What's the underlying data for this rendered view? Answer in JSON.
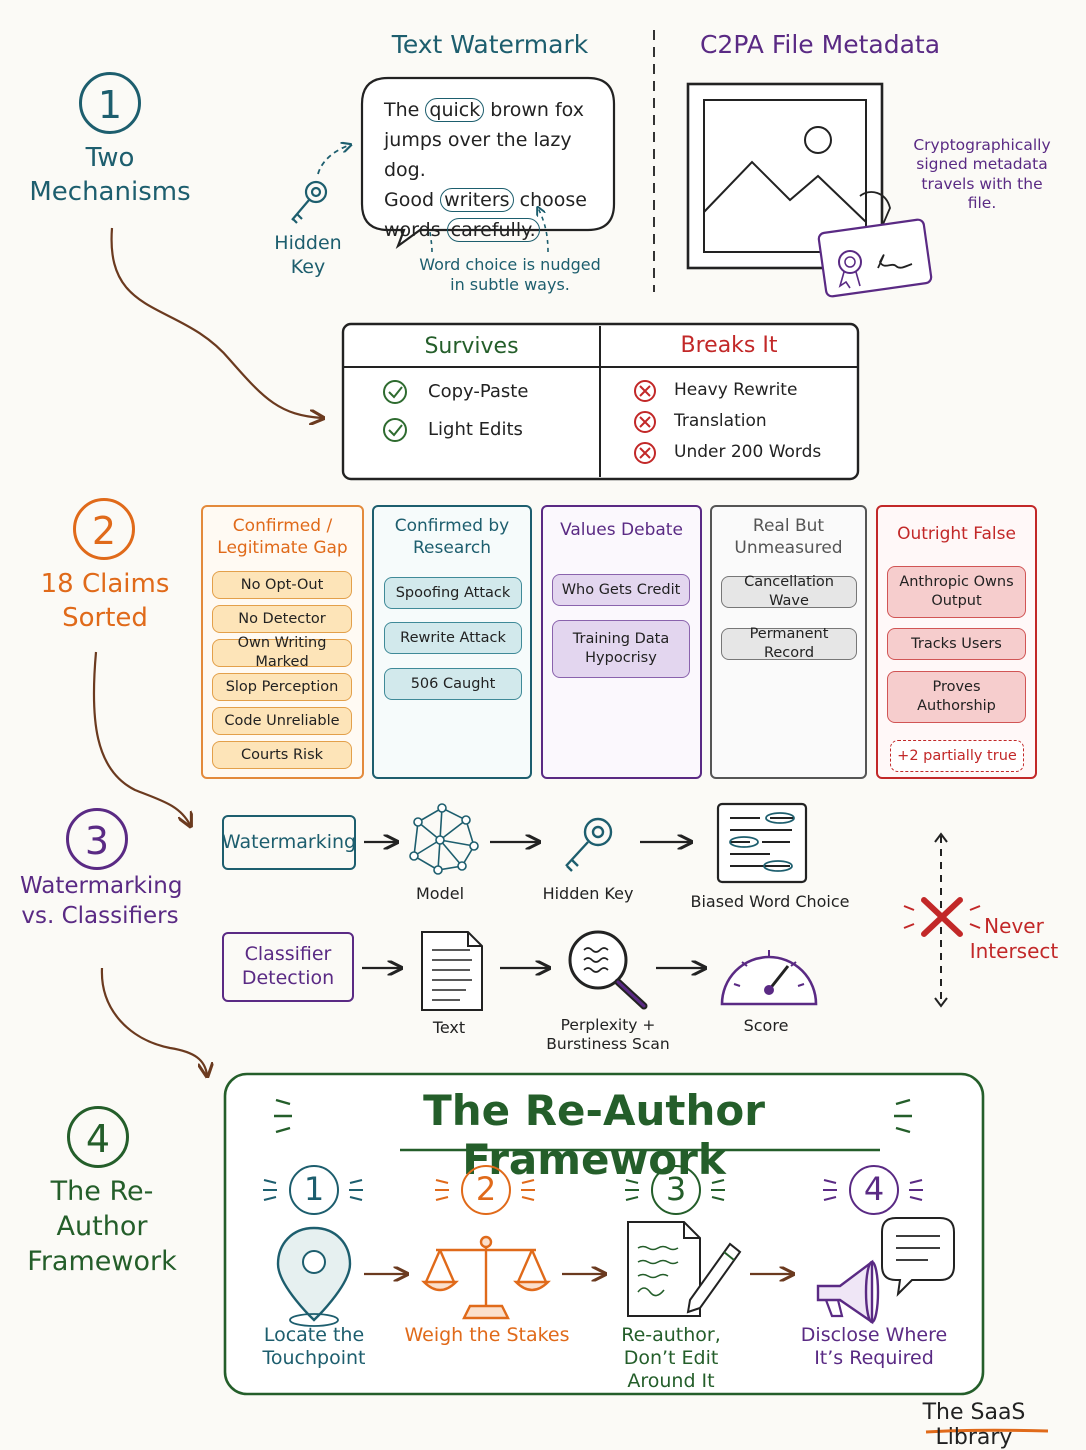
{
  "section1": {
    "number": "1",
    "title": "Two Mechanisms",
    "text_watermark": {
      "heading": "Text Watermark",
      "sample": {
        "line1_a": "The",
        "line1_hl": "quick",
        "line1_b": "brown fox",
        "line2": "jumps over the lazy dog.",
        "line3_a": "Good",
        "line3_hl": "writers",
        "line3_b": "choose",
        "line4_a": "words",
        "line4_hl": "carefully."
      },
      "key_label": "Hidden Key",
      "nudge_note": "Word choice is nudged in subtle ways.",
      "icon": "key-icon"
    },
    "c2pa": {
      "heading": "C2PA File Metadata",
      "note": "Cryptographically signed metadata travels with the file.",
      "icon": "image-with-certificate-tag-icon"
    },
    "table": {
      "survives_title": "Survives",
      "survives": [
        "Copy-Paste",
        "Light Edits"
      ],
      "breaks_title": "Breaks It",
      "breaks": [
        "Heavy Rewrite",
        "Translation",
        "Under 200 Words"
      ]
    }
  },
  "section2": {
    "number": "2",
    "title": "18 Claims Sorted",
    "columns": [
      {
        "title": "Confirmed / Legitimate Gap",
        "items": [
          "No Opt-Out",
          "No Detector",
          "Own Writing Marked",
          "Slop Perception",
          "Code Unreliable",
          "Courts Risk"
        ]
      },
      {
        "title": "Confirmed by Research",
        "items": [
          "Spoofing Attack",
          "Rewrite Attack",
          "506 Caught"
        ]
      },
      {
        "title": "Values Debate",
        "items": [
          "Who Gets Credit",
          "Training Data Hypocrisy"
        ]
      },
      {
        "title": "Real But Unmeasured",
        "items": [
          "Cancellation Wave",
          "Permanent Record"
        ]
      },
      {
        "title": "Outright False",
        "items": [
          "Anthropic Owns Output",
          "Tracks Users",
          "Proves Authorship"
        ],
        "extra": "+2 partially true"
      }
    ]
  },
  "section3": {
    "number": "3",
    "title": "Watermarking vs. Classifiers",
    "watermarking": {
      "start": "Watermarking",
      "steps": [
        "Model",
        "Hidden Key",
        "Biased Word Choice"
      ]
    },
    "classifier": {
      "start": "Classifier Detection",
      "steps": [
        "Text",
        "Perplexity + Burstiness Scan",
        "Score"
      ]
    },
    "never": "Never Intersect"
  },
  "section4": {
    "number": "4",
    "title": "The Re-Author Framework",
    "box_title": "The Re-Author Framework",
    "steps": [
      {
        "num": "1",
        "label": "Locate the Touchpoint",
        "icon": "map-pin-icon"
      },
      {
        "num": "2",
        "label": "Weigh the Stakes",
        "icon": "scales-icon"
      },
      {
        "num": "3",
        "label": "Re-author, Don’t Edit Around It",
        "icon": "document-pen-icon"
      },
      {
        "num": "4",
        "label": "Disclose Where It’s Required",
        "icon": "megaphone-icon"
      }
    ]
  },
  "brand": "The SaaS Library",
  "colors": {
    "teal": "#1d5e6e",
    "orange": "#e06a1a",
    "purple": "#5a2a84",
    "gray": "#555555",
    "red": "#c22828",
    "green": "#245e2a",
    "brown": "#6b3a1f"
  }
}
